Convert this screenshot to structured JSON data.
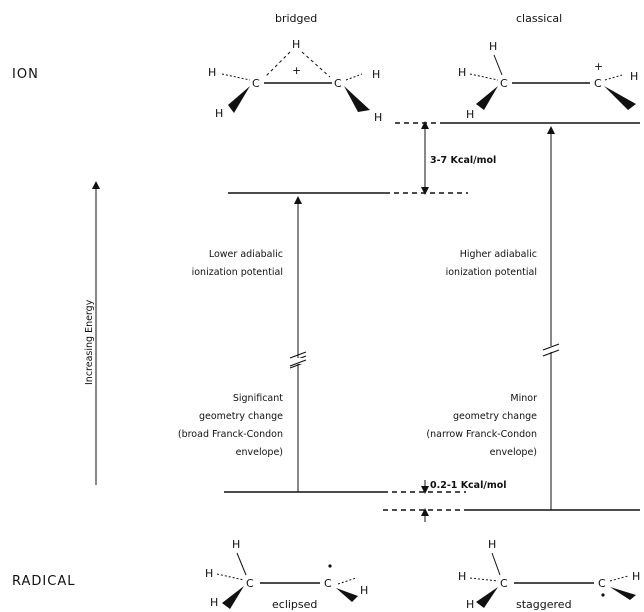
{
  "rows": {
    "ion": "ION",
    "radical": "RADICAL"
  },
  "structures": {
    "top_left": "bridged",
    "top_right": "classical",
    "bottom_left": "eclipsed",
    "bottom_right": "staggered"
  },
  "atoms": {
    "carbon": "C",
    "hydrogen": "H",
    "plus": "+"
  },
  "axis": {
    "label": "Increasing Energy"
  },
  "gaps": {
    "ion_gap": "3-7 Kcal/mol",
    "radical_gap": "0.2-1 Kcal/mol"
  },
  "left_arrow": {
    "line1": "Lower adiabalic",
    "line2": "ionization potential",
    "line3": "Significant",
    "line4": "geometry change",
    "line5": "(broad Franck-Condon",
    "line6": "envelope)"
  },
  "right_arrow": {
    "line1": "Higher adiabalic",
    "line2": "ionization potential",
    "line3": "Minor",
    "line4": "geometry change",
    "line5": "(narrow Franck-Condon",
    "line6": "envelope)"
  }
}
